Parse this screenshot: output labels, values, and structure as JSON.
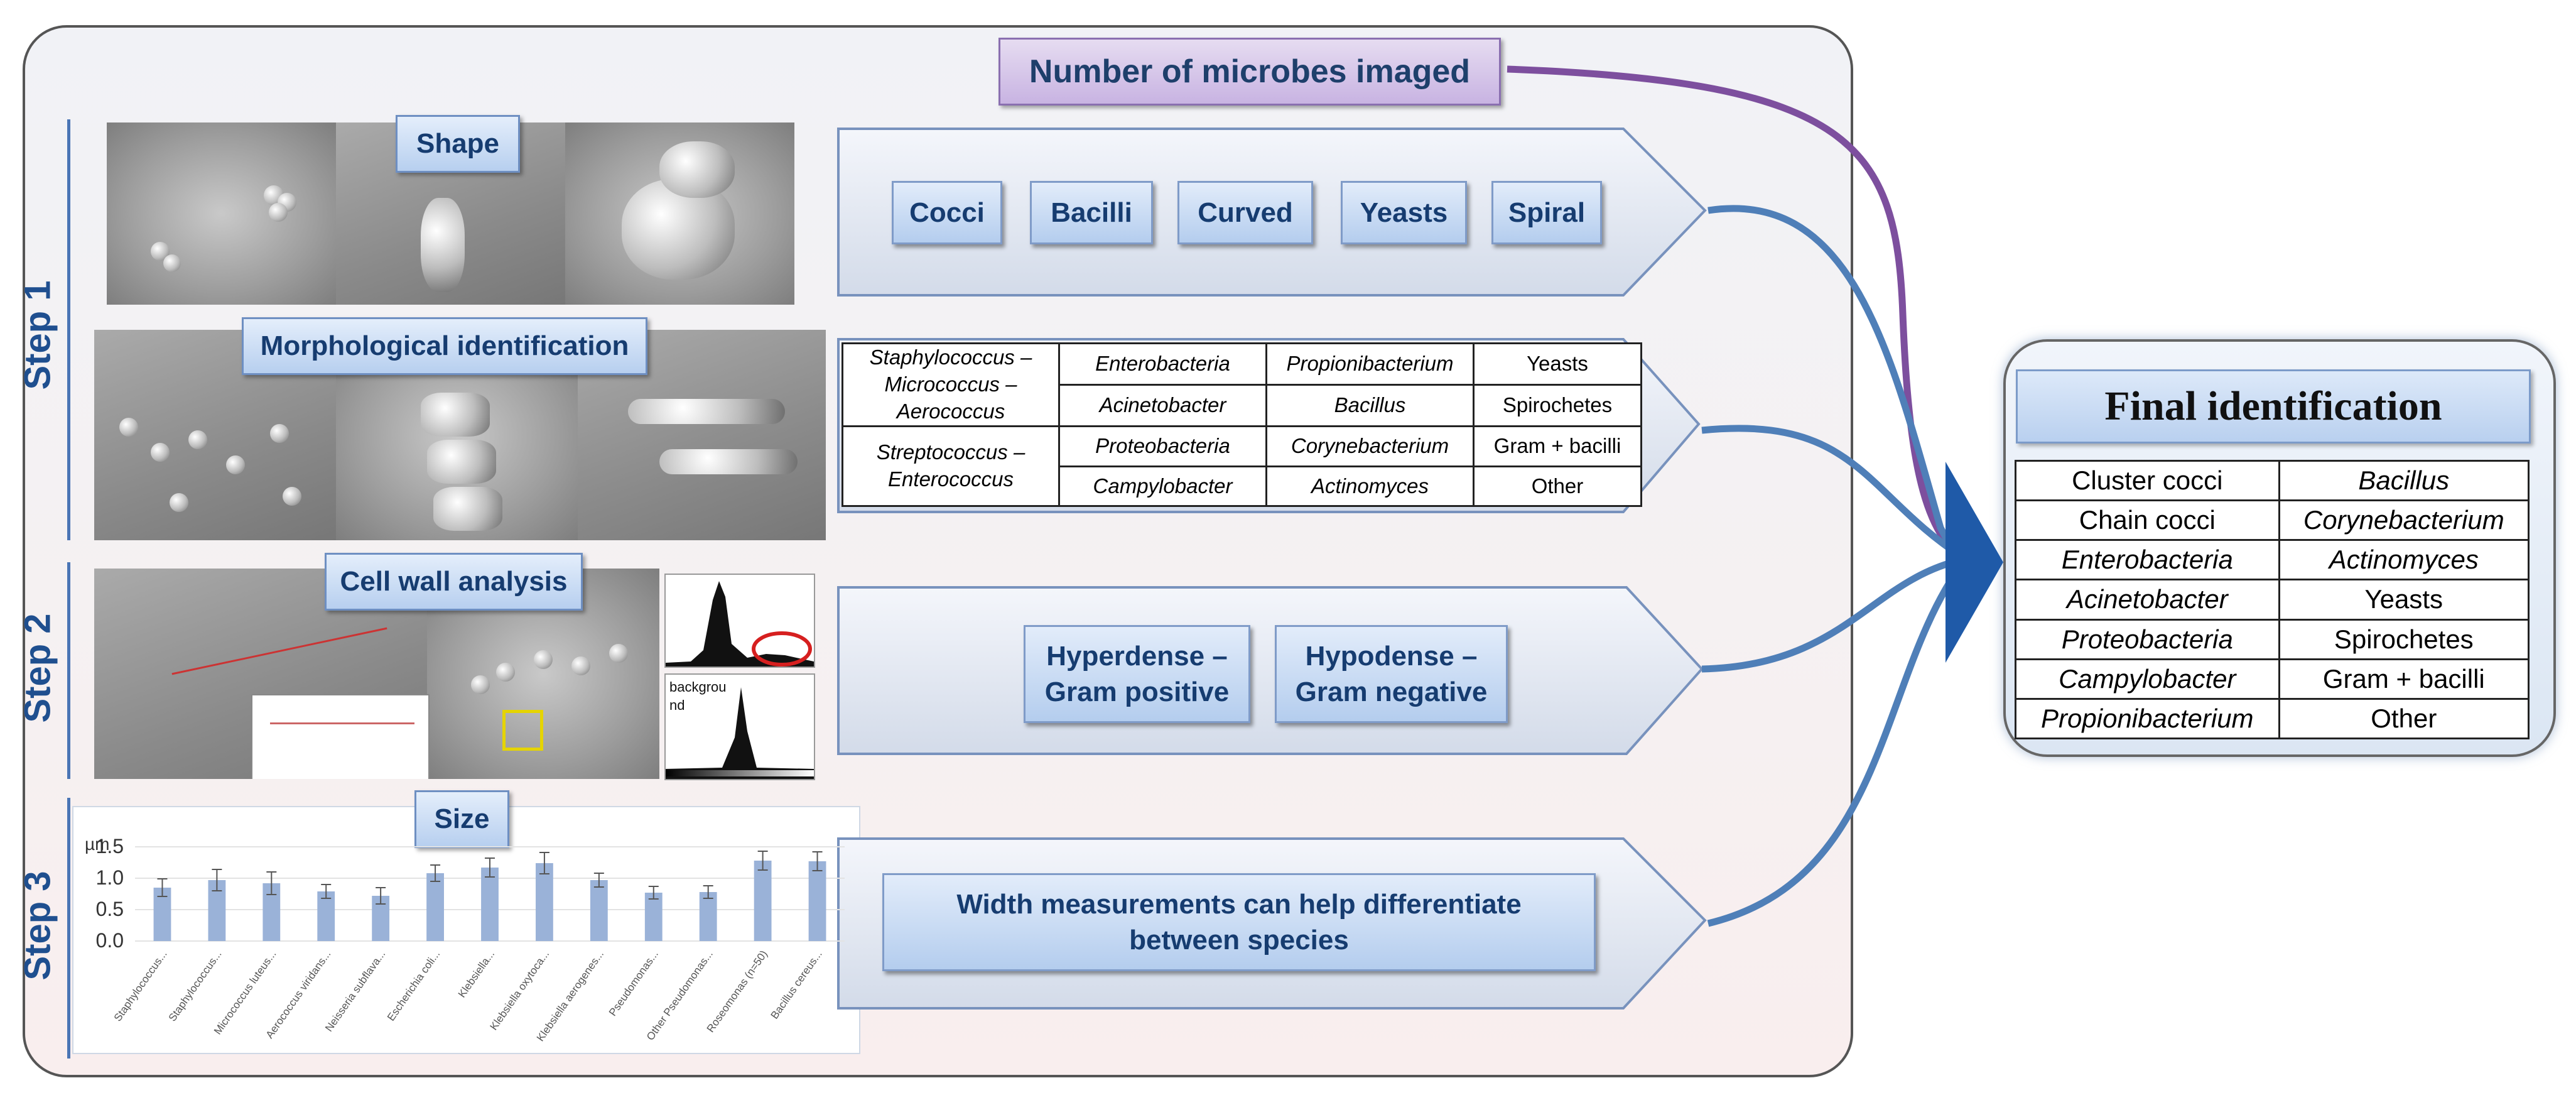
{
  "top_box": "Number of microbes imaged",
  "steps": {
    "step1": "Step 1",
    "step2": "Step 2",
    "step3": "Step 3"
  },
  "callouts": {
    "shape": "Shape",
    "morph": "Morphological identification",
    "cellwall": "Cell wall analysis",
    "size": "Size"
  },
  "shapes": [
    "Cocci",
    "Bacilli",
    "Curved",
    "Yeasts",
    "Spiral"
  ],
  "morph_table": {
    "col1": [
      "Staphylococcus –\nMicrococcus –\nAerococcus",
      "Streptococcus –\nEnterococcus"
    ],
    "col2": [
      "Enterobacteria",
      "Acinetobacter",
      "Proteobacteria",
      "Campylobacter"
    ],
    "col3": [
      "Propionibacterium",
      "Bacillus",
      "Corynebacterium",
      "Actinomyces"
    ],
    "col4": [
      "Yeasts",
      "Spirochetes",
      "Gram + bacilli",
      "Other"
    ]
  },
  "gram": {
    "positive": "Hyperdense –\nGram positive",
    "negative": "Hypodense –\nGram negative"
  },
  "histogram_label": "backgrou\nnd",
  "width_text": "Width measurements can help differentiate\nbetween species",
  "final": {
    "title": "Final identification",
    "rows": [
      [
        "Cluster cocci",
        "Bacillus"
      ],
      [
        "Chain cocci",
        "Corynebacterium"
      ],
      [
        "Enterobacteria",
        "Actinomyces"
      ],
      [
        "Acinetobacter",
        "Yeasts"
      ],
      [
        "Proteobacteria",
        "Spirochetes"
      ],
      [
        "Campylobacter",
        "Gram + bacilli"
      ],
      [
        "Propionibacterium",
        "Other"
      ]
    ]
  },
  "colors": {
    "accent": "#1f4f8f",
    "purple_arrow": "#7d4f9e",
    "blue_arrow": "#4f7fb8",
    "bar": "#9ab2d8"
  },
  "chart_data": {
    "type": "bar",
    "ylabel": "µm",
    "ylim": [
      0,
      1.5
    ],
    "yticks": [
      "1.5",
      "1.0",
      "0.5",
      "0.0"
    ],
    "categories": [
      "Staphylococcus...",
      "Staphylococcus...",
      "Micrococcus luteus...",
      "Aerococcus viridans...",
      "Neisseria subflava...",
      "Escherichia coli...",
      "Klebsiella...",
      "Klebsiella oxytoca...",
      "Klebsiella aerogenes...",
      "Pseudomonas...",
      "Other Pseudomonas...",
      "Roseomonas (n=50)",
      "Bacillus cereus..."
    ],
    "values": [
      0.85,
      0.97,
      0.92,
      0.79,
      0.72,
      1.08,
      1.17,
      1.24,
      0.97,
      0.77,
      0.78,
      1.28,
      1.27
    ],
    "errors": [
      0.14,
      0.17,
      0.18,
      0.11,
      0.13,
      0.13,
      0.15,
      0.17,
      0.11,
      0.1,
      0.1,
      0.15,
      0.15
    ]
  }
}
